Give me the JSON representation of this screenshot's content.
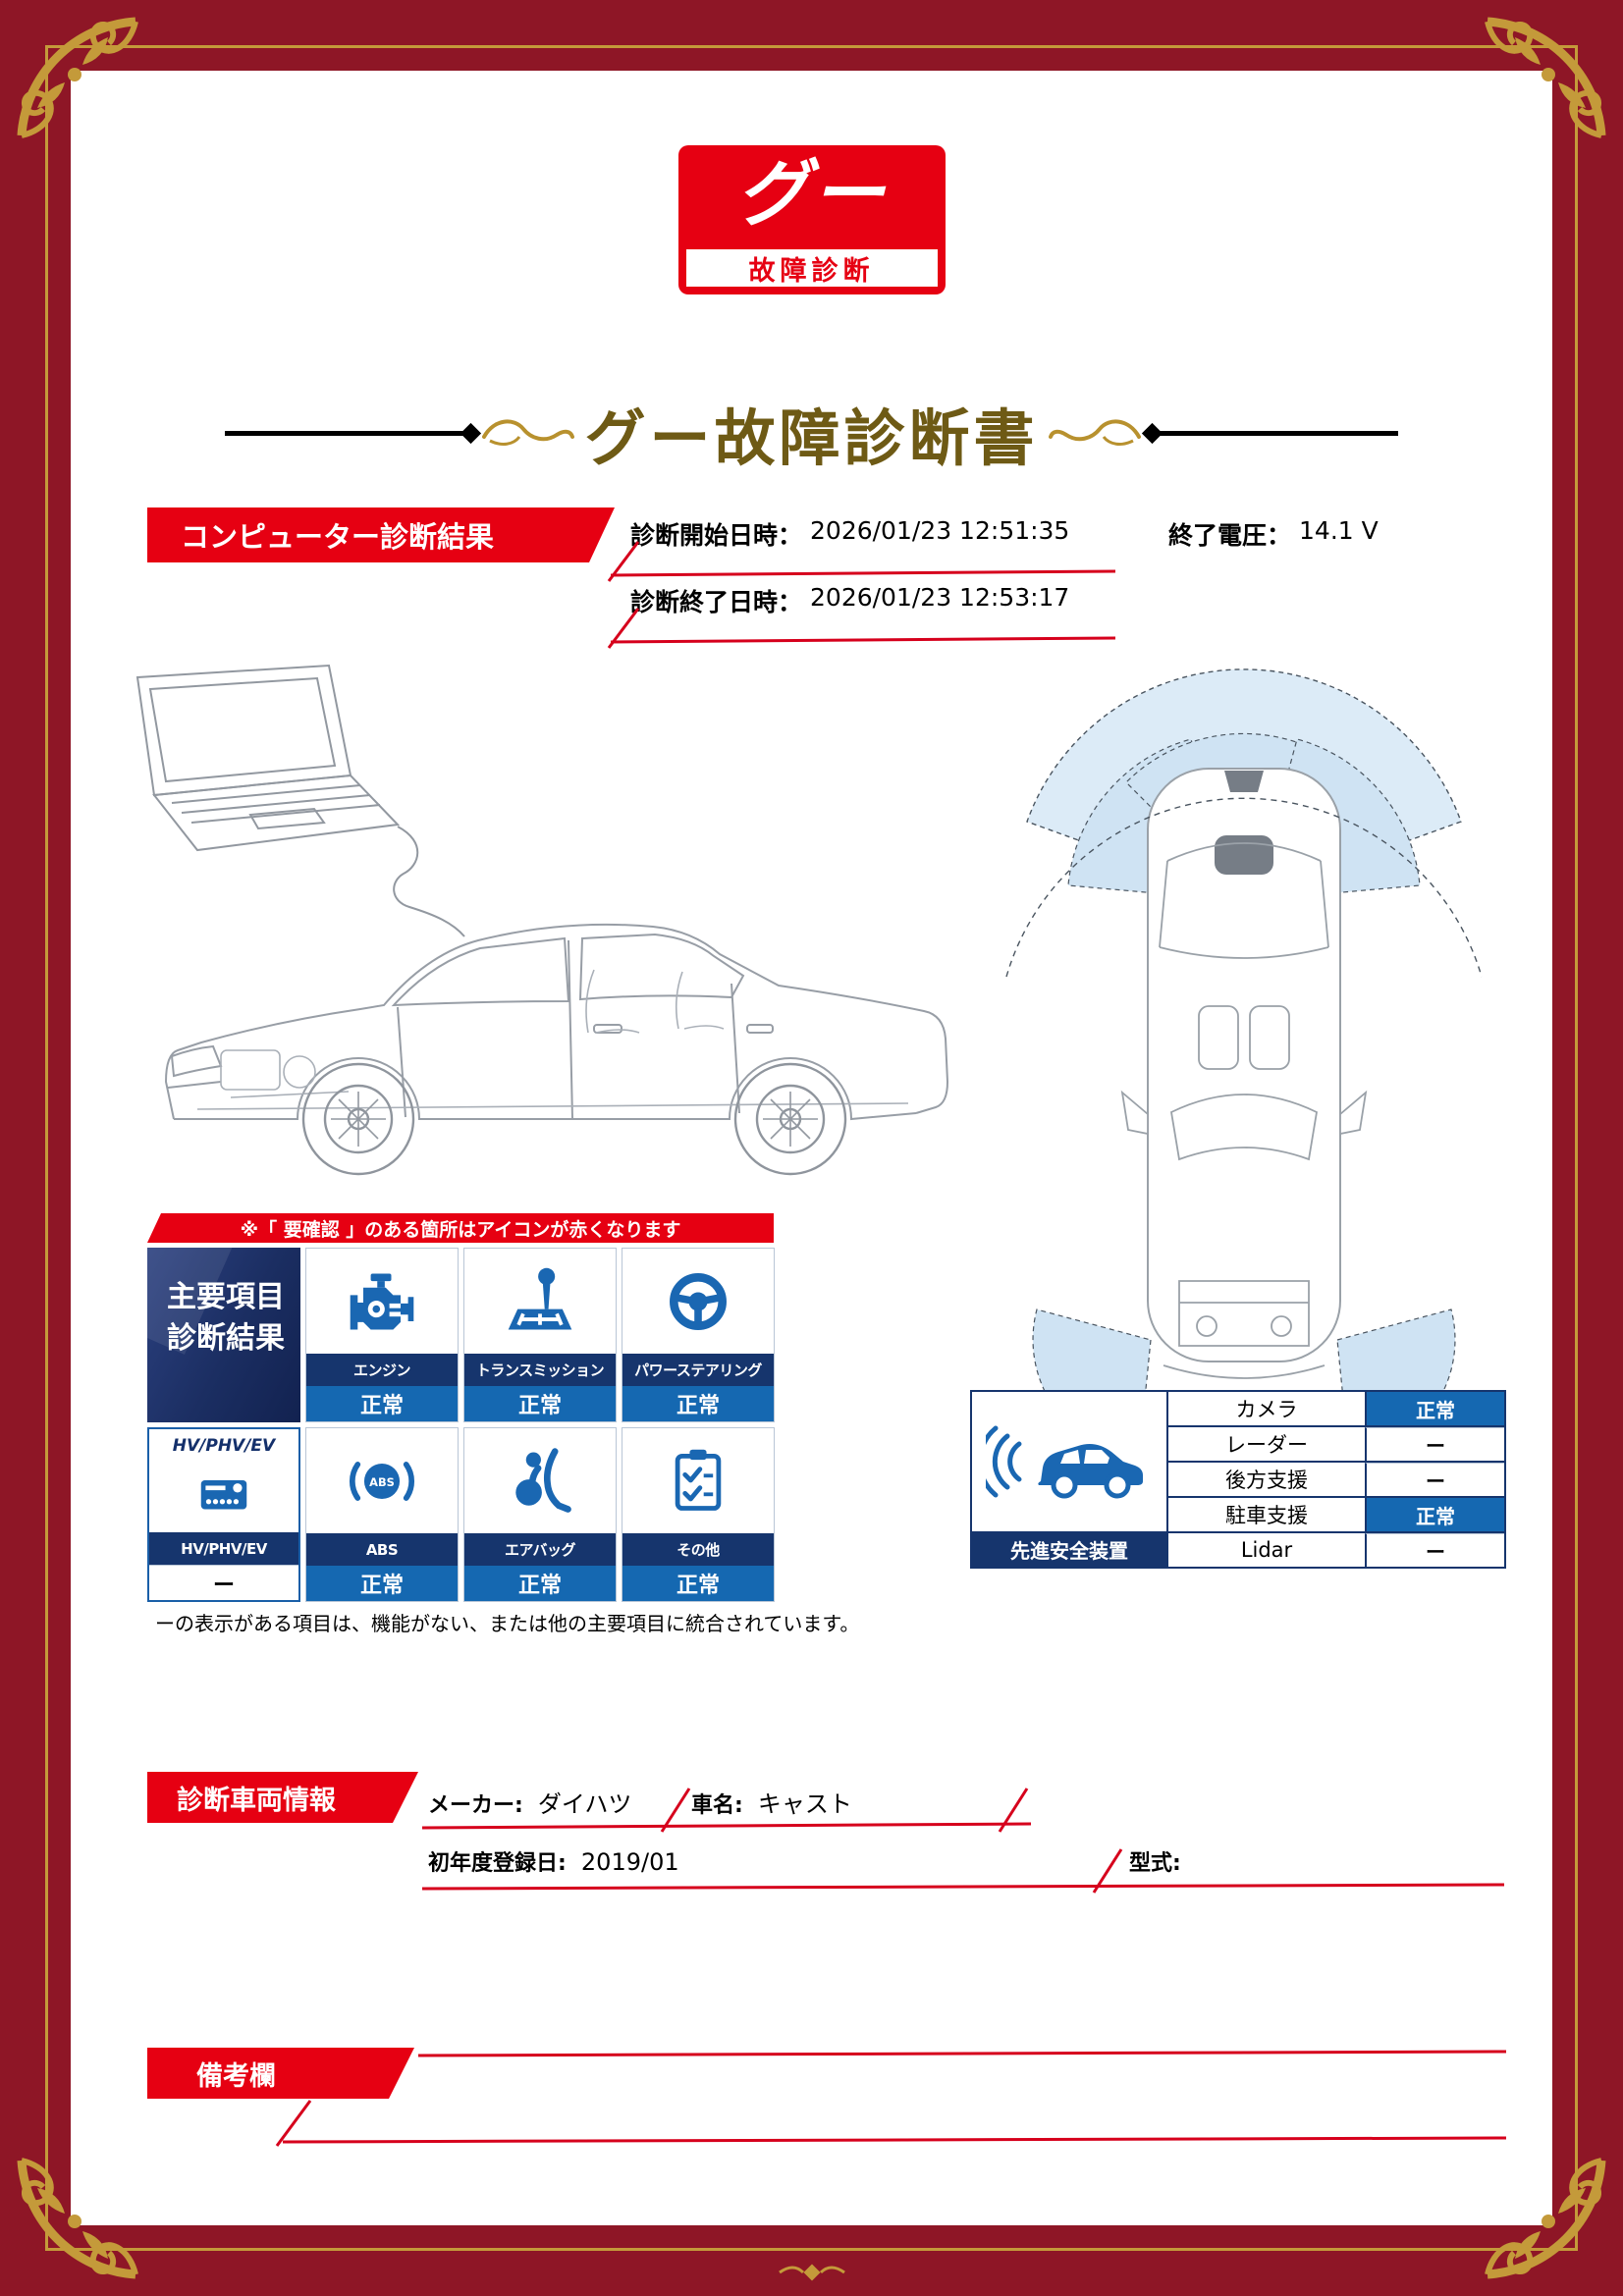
{
  "logo": {
    "main": "グー",
    "sub": "故障診断"
  },
  "report_title": "グー故障診断書",
  "computer_diag": {
    "section_title": "コンピューター診断結果",
    "start_label": "診断開始日時：",
    "start_value": "2026/01/23 12:51:35",
    "voltage_label": "終了電圧：",
    "voltage_value": "14.1 V",
    "end_label": "診断終了日時：",
    "end_value": "2026/01/23 12:53:17",
    "alert_note": "※「 要確認 」のある箇所はアイコンが赤くなります",
    "main_block_line1": "主要項目",
    "main_block_line2": "診断結果",
    "hv_top_label": "HV/PHV/EV",
    "items": [
      {
        "label": "エンジン",
        "status": "正常"
      },
      {
        "label": "トランスミッション",
        "status": "正常"
      },
      {
        "label": "パワーステアリング",
        "status": "正常"
      },
      {
        "label": "HV/PHV/EV",
        "status": "ー"
      },
      {
        "label": "ABS",
        "status": "正常"
      },
      {
        "label": "エアバッグ",
        "status": "正常"
      },
      {
        "label": "その他",
        "status": "正常"
      }
    ],
    "footnote": "ーの表示がある項目は、機能がない、または他の主要項目に統合されています。"
  },
  "safety": {
    "caption": "先進安全装置",
    "rows": [
      {
        "label": "カメラ",
        "status": "正常"
      },
      {
        "label": "レーダー",
        "status": "ー"
      },
      {
        "label": "後方支援",
        "status": "ー"
      },
      {
        "label": "駐車支援",
        "status": "正常"
      },
      {
        "label": "Lidar",
        "status": "ー"
      }
    ]
  },
  "vehicle": {
    "section_title": "診断車両情報",
    "maker_label": "メーカー:",
    "maker_value": "ダイハツ",
    "car_label": "車名:",
    "car_value": "キャスト",
    "reg_label": "初年度登録日:",
    "reg_value": "2019/01",
    "model_label": "型式:"
  },
  "remarks": {
    "section_title": "備考欄"
  }
}
